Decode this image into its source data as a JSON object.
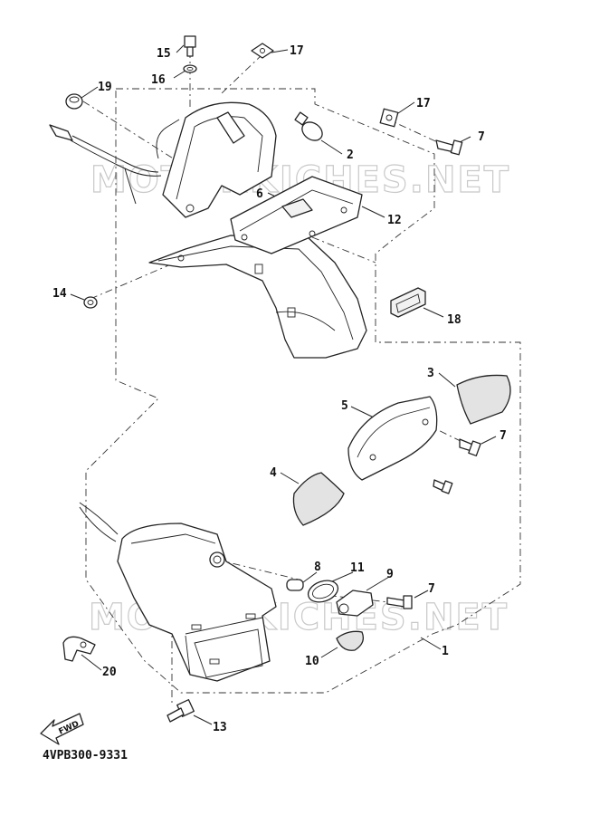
{
  "diagram_code": "4VPB300-9331",
  "watermark": "MOTORKICHES.NET",
  "fwd_label": "FWD",
  "callouts": [
    {
      "id": "c15",
      "label": "15"
    },
    {
      "id": "c16",
      "label": "16"
    },
    {
      "id": "c17a",
      "label": "17"
    },
    {
      "id": "c19",
      "label": "19"
    },
    {
      "id": "c17b",
      "label": "17"
    },
    {
      "id": "c7a",
      "label": "7"
    },
    {
      "id": "c2",
      "label": "2"
    },
    {
      "id": "c6",
      "label": "6"
    },
    {
      "id": "c12",
      "label": "12"
    },
    {
      "id": "c14",
      "label": "14"
    },
    {
      "id": "c18",
      "label": "18"
    },
    {
      "id": "c3",
      "label": "3"
    },
    {
      "id": "c5",
      "label": "5"
    },
    {
      "id": "c7b",
      "label": "7"
    },
    {
      "id": "c4",
      "label": "4"
    },
    {
      "id": "c8",
      "label": "8"
    },
    {
      "id": "c11",
      "label": "11"
    },
    {
      "id": "c9",
      "label": "9"
    },
    {
      "id": "c7c",
      "label": "7"
    },
    {
      "id": "c10",
      "label": "10"
    },
    {
      "id": "c1",
      "label": "1"
    },
    {
      "id": "c20",
      "label": "20"
    },
    {
      "id": "c13",
      "label": "13"
    }
  ]
}
